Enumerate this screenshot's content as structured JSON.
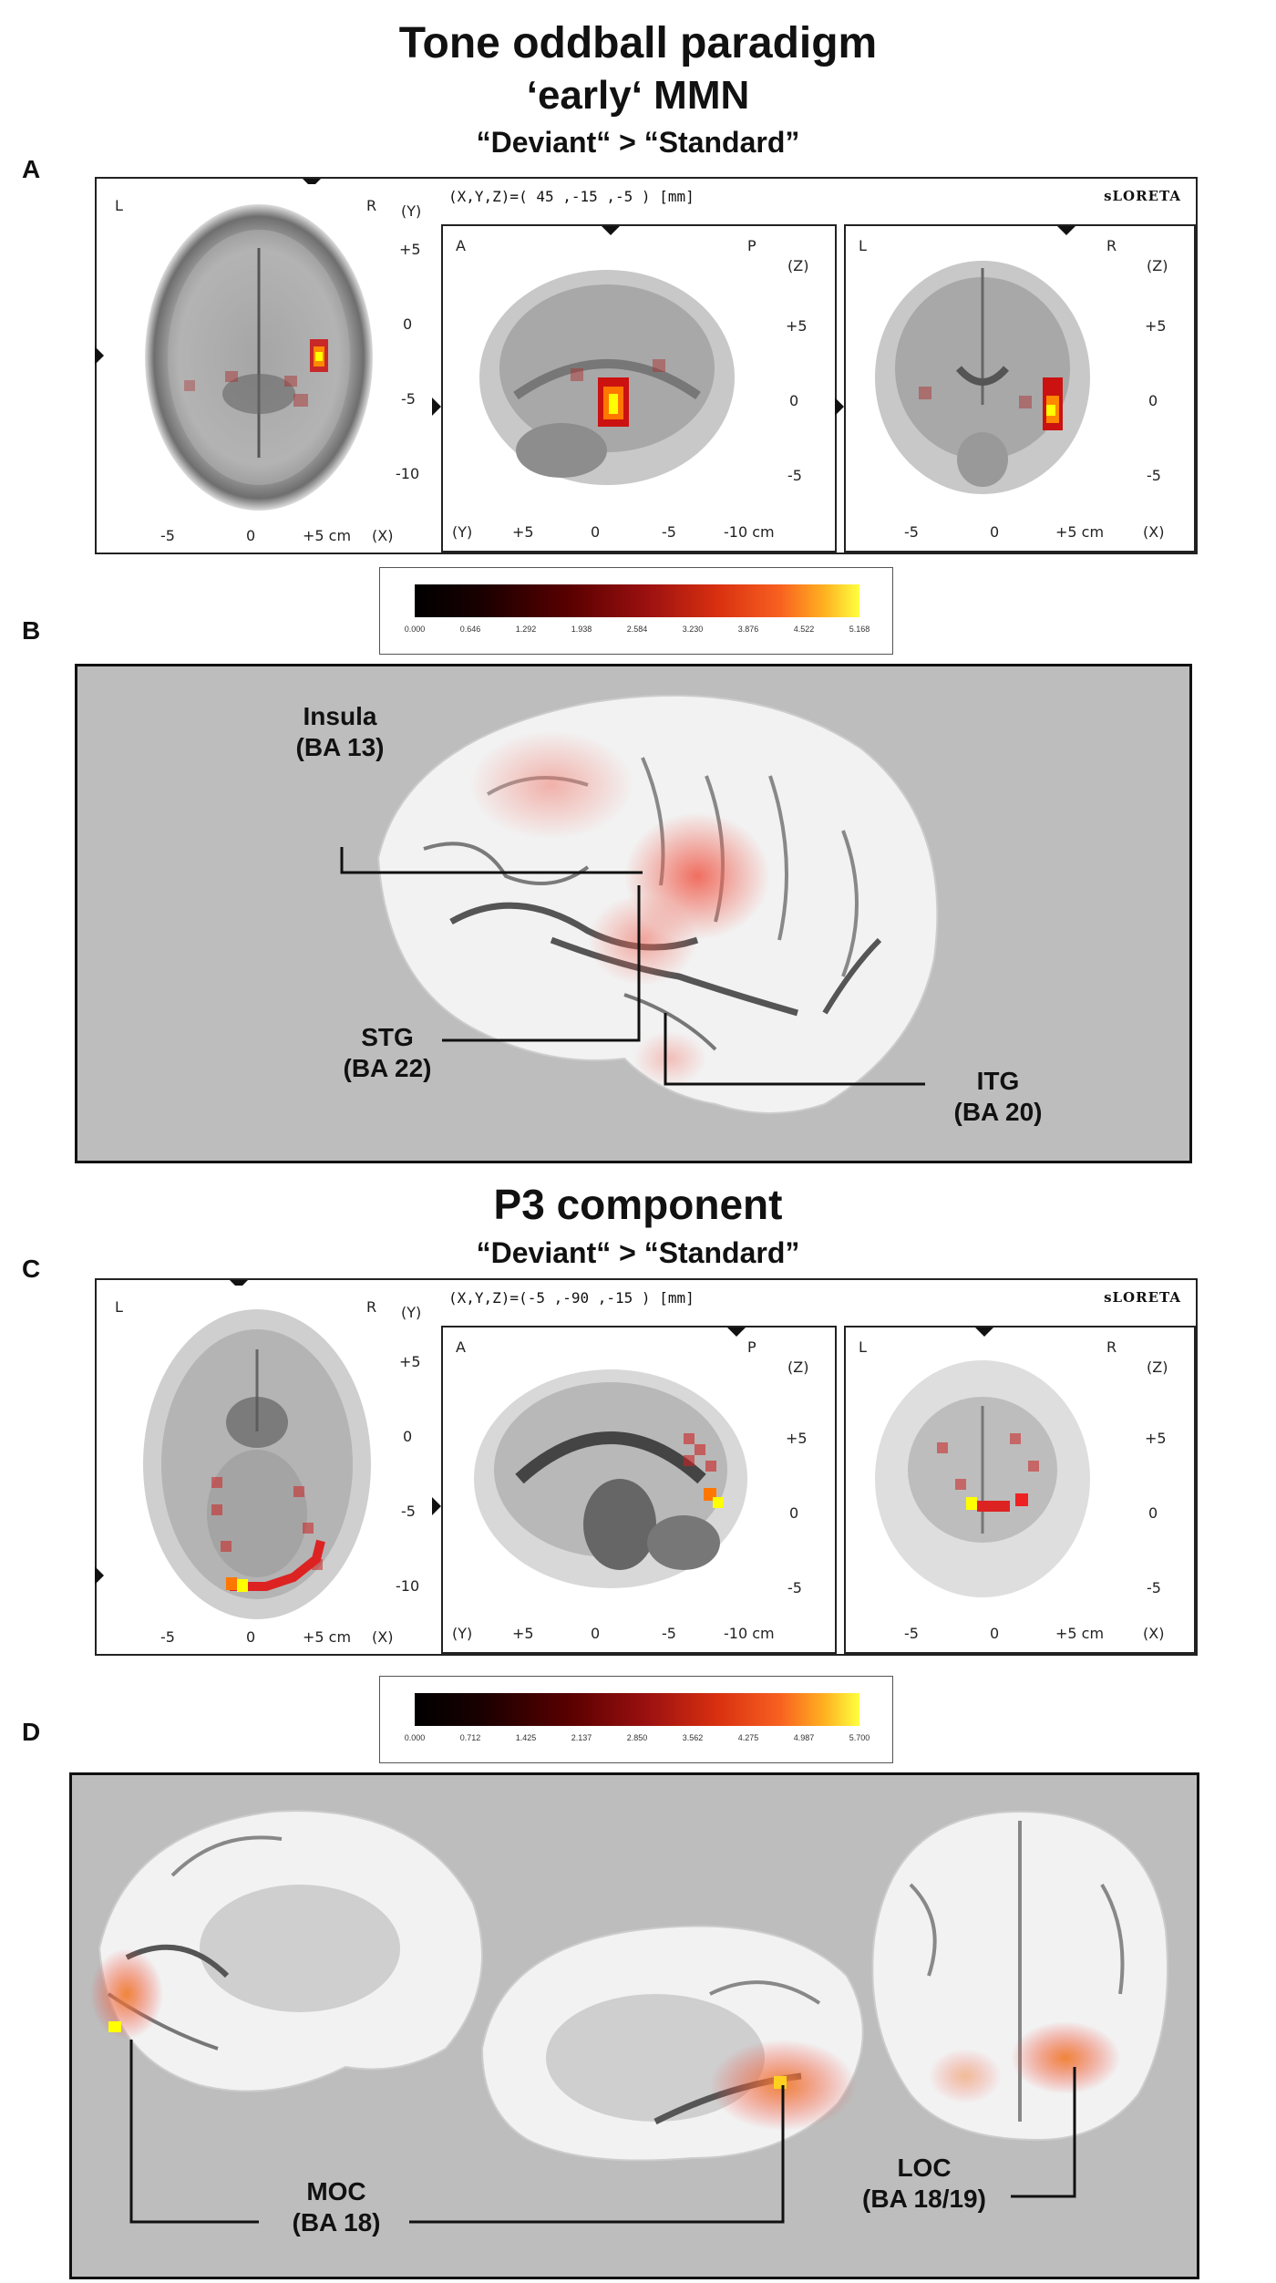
{
  "titles": {
    "t1": "Tone oddball paradigm",
    "t2": "‘early‘ MMN",
    "t3": "“Deviant“  > “Standard”",
    "t4": "P3 component",
    "t5": "“Deviant“ > “Standard”"
  },
  "panel_labels": {
    "a": "A",
    "b": "B",
    "c": "C",
    "d": "D"
  },
  "panelA": {
    "coords": "(X,Y,Z)=( 45 ,-15 ,-5 ) [mm]",
    "software": "sLORETA",
    "axial": {
      "L": "L",
      "R": "R",
      "yaxis": "(Y)",
      "yticks": [
        "+5",
        "0",
        "-5",
        "-10"
      ],
      "xticks": [
        "-5",
        "0",
        "+5 cm",
        "(X)"
      ]
    },
    "sagittal": {
      "A": "A",
      "P": "P",
      "zaxis": "(Z)",
      "zticks": [
        "+5",
        "0",
        "-5"
      ],
      "xticks": [
        "(Y)",
        "+5",
        "0",
        "-5",
        "-10 cm"
      ]
    },
    "coronal": {
      "L": "L",
      "R": "R",
      "zaxis": "(Z)",
      "zticks": [
        "+5",
        "0",
        "-5"
      ],
      "xticks": [
        "-5",
        "0",
        "+5 cm",
        "(X)"
      ]
    },
    "colorbar": [
      "0.000",
      "0.646",
      "1.292",
      "1.938",
      "2.584",
      "3.230",
      "3.876",
      "4.522",
      "5.168"
    ]
  },
  "panelB": {
    "labels": [
      {
        "name": "Insula",
        "ba": "(BA 13)"
      },
      {
        "name": "STG",
        "ba": "(BA 22)"
      },
      {
        "name": "ITG",
        "ba": "(BA 20)"
      }
    ]
  },
  "panelC": {
    "coords": "(X,Y,Z)=(-5 ,-90 ,-15 ) [mm]",
    "software": "sLORETA",
    "axial": {
      "L": "L",
      "R": "R",
      "yaxis": "(Y)",
      "yticks": [
        "+5",
        "0",
        "-5",
        "-10"
      ],
      "xticks": [
        "-5",
        "0",
        "+5 cm",
        "(X)"
      ]
    },
    "sagittal": {
      "A": "A",
      "P": "P",
      "zaxis": "(Z)",
      "zticks": [
        "+5",
        "0",
        "-5"
      ],
      "xticks": [
        "(Y)",
        "+5",
        "0",
        "-5",
        "-10 cm"
      ]
    },
    "coronal": {
      "L": "L",
      "R": "R",
      "zaxis": "(Z)",
      "zticks": [
        "+5",
        "0",
        "-5"
      ],
      "xticks": [
        "-5",
        "0",
        "+5 cm",
        "(X)"
      ]
    },
    "colorbar": [
      "0.000",
      "0.712",
      "1.425",
      "2.137",
      "2.850",
      "3.562",
      "4.275",
      "4.987",
      "5.700"
    ]
  },
  "panelD": {
    "labels": [
      {
        "name": "MOC",
        "ba": "(BA 18)"
      },
      {
        "name": "LOC",
        "ba": "(BA 18/19)"
      }
    ]
  }
}
